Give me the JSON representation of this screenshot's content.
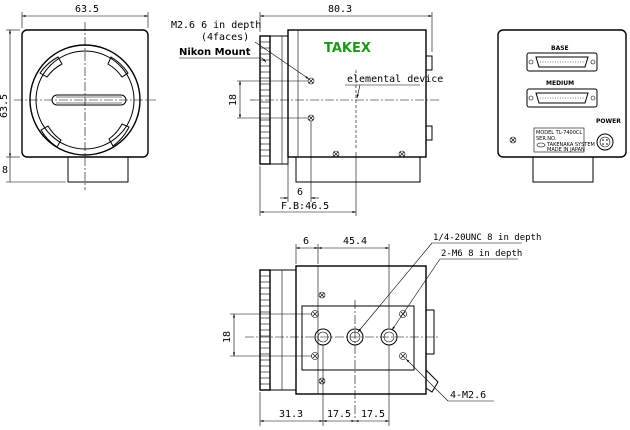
{
  "front_view": {
    "width_dim": "63.5",
    "height_dim": "63.5",
    "bottom_dim": "8"
  },
  "side_view": {
    "length_dim": "80.3",
    "screw_note_line1": "M2.6 6 in depth",
    "screw_note_line2": "(4faces)",
    "mount_label": "Nikon Mount",
    "sensor_label": "elemental device",
    "offset_dim": "18",
    "step_dim": "6",
    "flange_dim": "F.B:46.5",
    "logo": "TAKEX"
  },
  "rear_view": {
    "connector1_label": "BASE",
    "connector2_label": "MEDIUM",
    "power_label": "POWER",
    "nameplate_line1": "MODEL TL-7400CL",
    "nameplate_line2": "SER.NO.",
    "nameplate_line3": "TAKENAKA SYSTEM",
    "nameplate_line4": "MADE IN JAPAN"
  },
  "bottom_view": {
    "dim_6": "6",
    "dim_45_4": "45.4",
    "hole_note1": "1/4-20UNC 8 in depth",
    "hole_note2": "2-M6 8 in depth",
    "offset_dim": "18",
    "screw_note": "4-M2.6",
    "dim_31_3": "31.3",
    "dim_17_5_a": "17.5",
    "dim_17_5_b": "17.5"
  }
}
